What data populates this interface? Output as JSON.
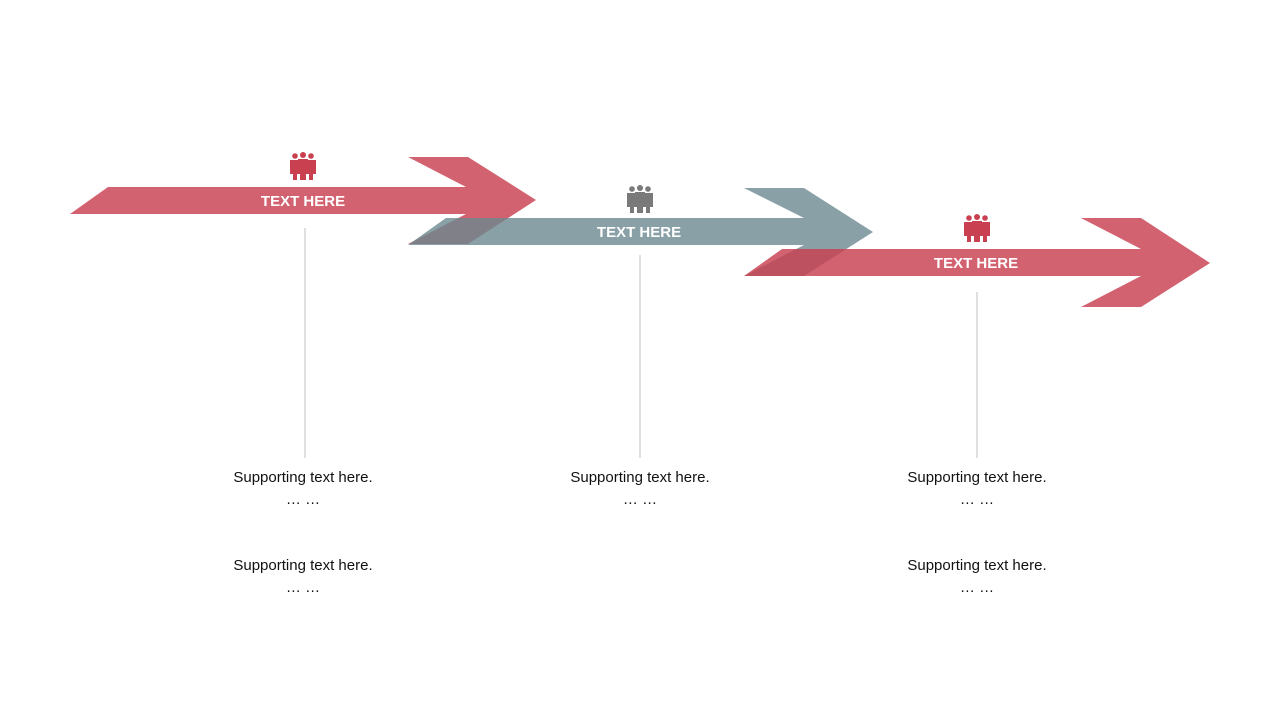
{
  "colors": {
    "red": "#c94050",
    "gray_blue": "#6b8890",
    "icon_gray": "#7a7a7a",
    "connector": "#cccccc"
  },
  "steps": [
    {
      "label": "TEXT HERE",
      "icon": "people-group-icon",
      "arrow_color": "red",
      "supporting": [
        {
          "text": "Supporting text here.",
          "dots": "… …"
        },
        {
          "text": "Supporting text here.",
          "dots": "… …"
        }
      ]
    },
    {
      "label": "TEXT HERE",
      "icon": "people-group-icon",
      "arrow_color": "gray_blue",
      "supporting": [
        {
          "text": "Supporting text here.",
          "dots": "… …"
        }
      ]
    },
    {
      "label": "TEXT HERE",
      "icon": "people-group-icon",
      "arrow_color": "red",
      "supporting": [
        {
          "text": "Supporting text here.",
          "dots": "… …"
        },
        {
          "text": "Supporting text here.",
          "dots": "… …"
        }
      ]
    }
  ]
}
